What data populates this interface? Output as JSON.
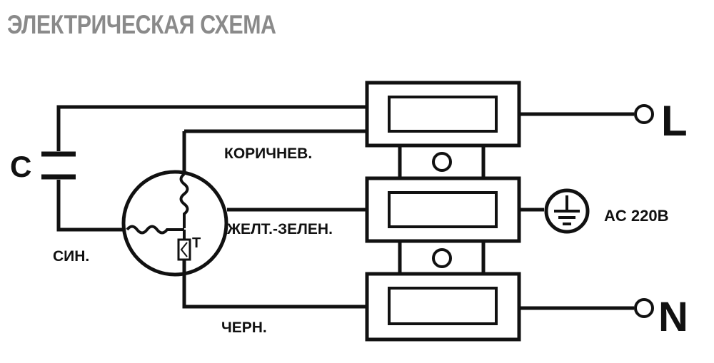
{
  "title": "ЭЛЕКТРИЧЕСКАЯ СХЕМА",
  "labels": {
    "capacitor": "C",
    "blue": "СИН.",
    "brown": "КОРИЧНЕВ.",
    "yellow_green": "ЖЕЛТ.-ЗЕЛЕН.",
    "black": "ЧЕРН.",
    "thermal": "T",
    "live": "L",
    "neutral": "N",
    "supply": "AC 220B"
  },
  "icons": [
    "ground-icon",
    "capacitor-icon",
    "motor-icon",
    "thermal-protector-icon",
    "terminal-icon"
  ],
  "colors": {
    "title": "#8a8a8a",
    "line": "#111111",
    "background": "#ffffff"
  }
}
